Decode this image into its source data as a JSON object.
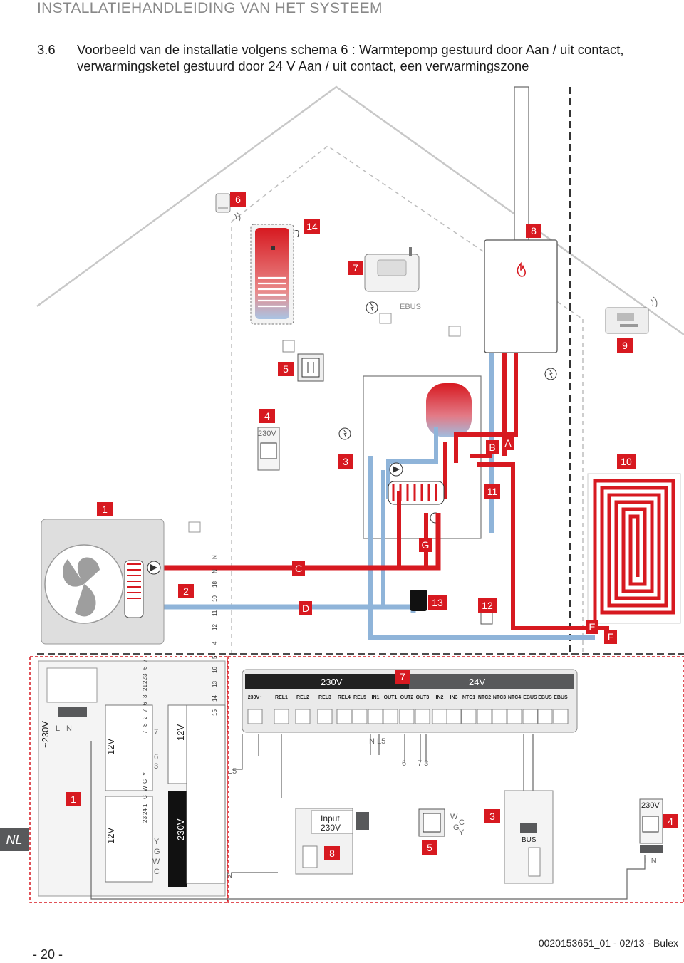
{
  "header": "INSTALLATIEHANDLEIDING VAN HET SYSTEEM",
  "section": {
    "number": "3.6",
    "line1": "Voorbeeld van de installatie volgens schema 6 : Warmtepomp gestuurd door Aan / uit contact,",
    "line2": "verwarmingsketel gestuurd door 24 V Aan / uit contact, een verwarmingszone"
  },
  "callouts": {
    "c1": "1",
    "c2": "2",
    "c3": "3",
    "c4": "4",
    "c5": "5",
    "c6": "6",
    "c7": "7",
    "c8": "8",
    "c9": "9",
    "c10": "10",
    "c11": "11",
    "c12": "12",
    "c13": "13",
    "c14": "14",
    "A": "A",
    "B": "B",
    "C": "C",
    "D": "D",
    "E": "E",
    "F": "F",
    "G": "G"
  },
  "labels": {
    "ebus": "EBUS",
    "v230": "230V",
    "v24": "24V",
    "v12": "12V",
    "mains": "~230V",
    "input": "Input",
    "bus": "BUS",
    "L": "L",
    "N": "N",
    "L5": "L5",
    "NL5": "N L5",
    "six": "6",
    "seven": "7",
    "three": "3",
    "seven3": "7 3",
    "W": "W",
    "C": "C",
    "G": "G",
    "Y": "Y",
    "LN": "L N"
  },
  "terminal_groups": [
    "230V~",
    "REL1",
    "REL2",
    "REL3",
    "REL4",
    "REL5",
    "IN1",
    "OUT1",
    "OUT2",
    "OUT3",
    "IN2",
    "IN3",
    "NTC1",
    "NTC2",
    "NTC3",
    "NTC4",
    "EBUS",
    "EBUS",
    "EBUS"
  ],
  "hp_strip_top": [
    "7",
    "8",
    "2",
    "7",
    "6",
    "3",
    "21",
    "22",
    "3",
    "6",
    "7"
  ],
  "hp_strip_bot": [
    "23",
    "24",
    "1",
    "C",
    "W",
    "G",
    "Y"
  ],
  "hp_230_strip": [
    "15",
    "14",
    "13",
    "16",
    "5",
    "4",
    "12",
    "11",
    "10",
    "18",
    "N",
    "N"
  ],
  "footer": {
    "page": "- 20 -",
    "ref": "0020153651_01 - 02/13 - Bulex",
    "lang": "NL"
  },
  "colors": {
    "accent": "#d71920",
    "hot": "#c8102e",
    "cold": "#8fb4d9",
    "grey": "#58595b"
  }
}
